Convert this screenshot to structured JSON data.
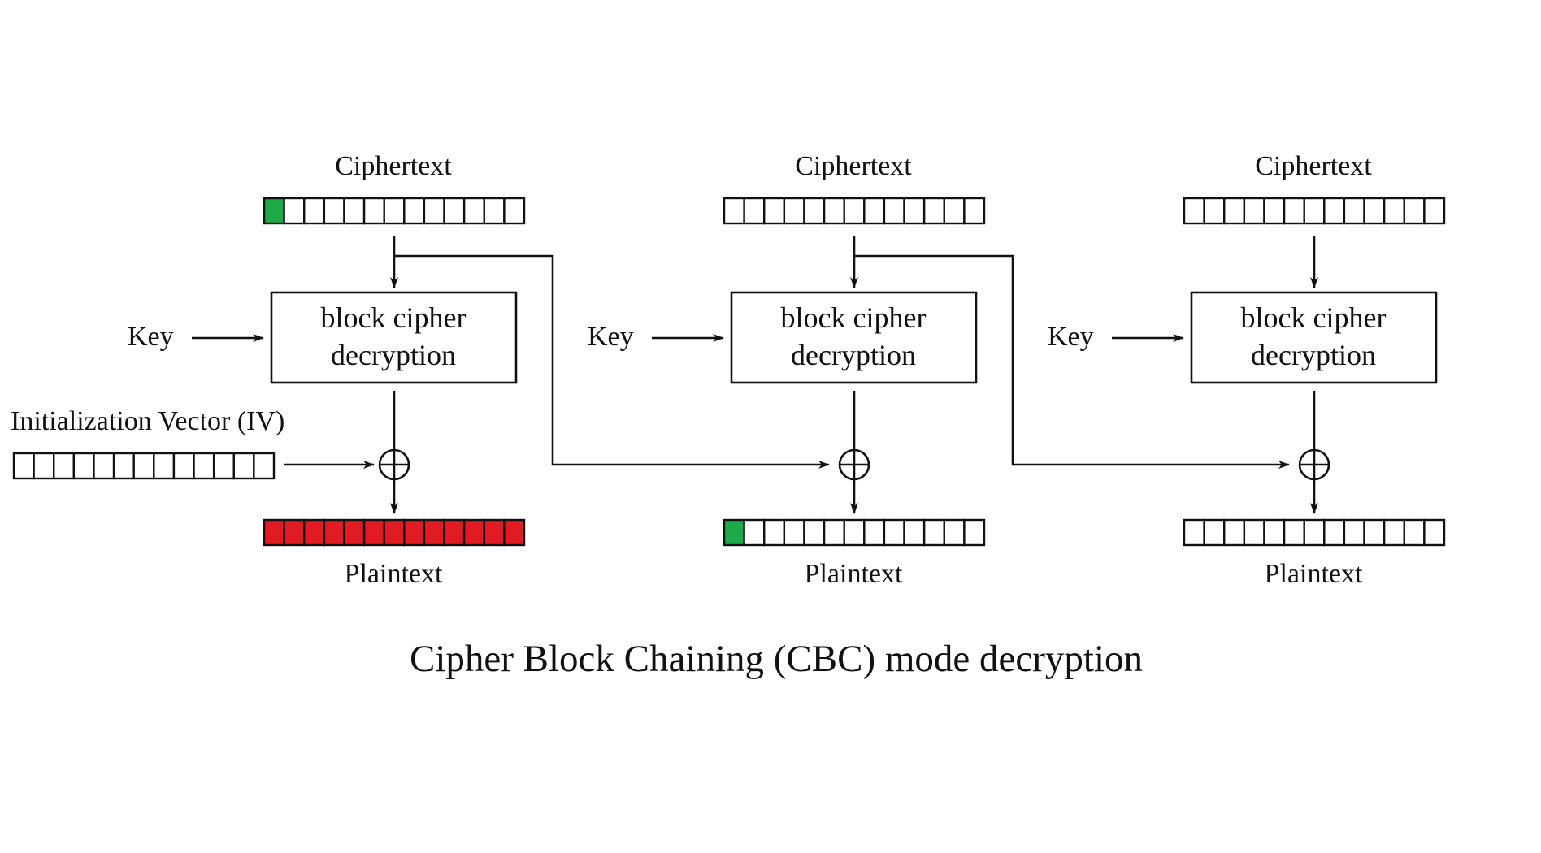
{
  "title": "Cipher Block Chaining (CBC) mode decryption",
  "iv_label": "Initialization Vector (IV)",
  "colors": {
    "ink": "#111111",
    "highlight_green": "#1faa4a",
    "highlight_red": "#e01b24",
    "background": "#ffffff"
  },
  "cells_per_block": 13,
  "iv_block": {
    "colored_cells": [],
    "fill": ""
  },
  "stages": [
    {
      "ciphertext_label": "Ciphertext",
      "cipher_line1": "block cipher",
      "cipher_line2": "decryption",
      "key_label": "Key",
      "xor_symbol": "⊕",
      "plaintext_label": "Plaintext",
      "ciphertext_block": {
        "colored_cells": [
          0
        ],
        "fill": "highlight_green"
      },
      "plaintext_block": {
        "colored_cells": [
          0,
          1,
          2,
          3,
          4,
          5,
          6,
          7,
          8,
          9,
          10,
          11,
          12
        ],
        "fill": "highlight_red"
      }
    },
    {
      "ciphertext_label": "Ciphertext",
      "cipher_line1": "block cipher",
      "cipher_line2": "decryption",
      "key_label": "Key",
      "xor_symbol": "⊕",
      "plaintext_label": "Plaintext",
      "ciphertext_block": {
        "colored_cells": [],
        "fill": ""
      },
      "plaintext_block": {
        "colored_cells": [
          0
        ],
        "fill": "highlight_green"
      }
    },
    {
      "ciphertext_label": "Ciphertext",
      "cipher_line1": "block cipher",
      "cipher_line2": "decryption",
      "key_label": "Key",
      "xor_symbol": "⊕",
      "plaintext_label": "Plaintext",
      "ciphertext_block": {
        "colored_cells": [],
        "fill": ""
      },
      "plaintext_block": {
        "colored_cells": [],
        "fill": ""
      }
    }
  ]
}
